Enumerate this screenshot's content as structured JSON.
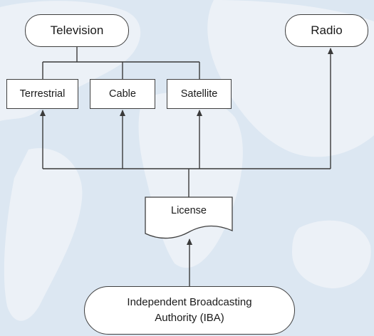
{
  "nodes": {
    "television": "Television",
    "radio": "Radio",
    "terrestrial": "Terrestrial",
    "cable": "Cable",
    "satellite": "Satellite",
    "license": "License",
    "iba": "Independent Broadcasting Authority (IBA)"
  },
  "colors": {
    "background": "#dce7f2",
    "land": "#ecf1f7",
    "line": "#3a3a3a",
    "node_fill": "#ffffff"
  }
}
